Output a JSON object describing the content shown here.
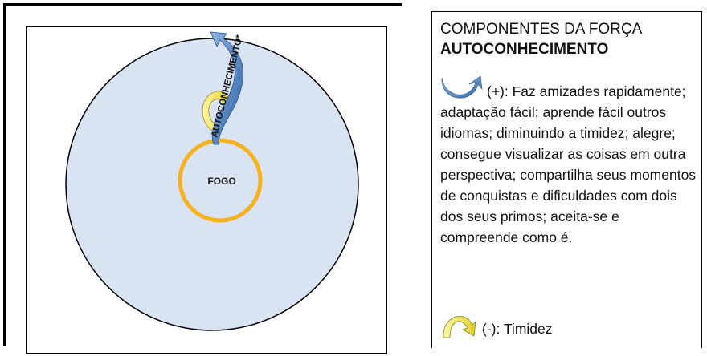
{
  "diagram": {
    "center_label": "FOGO",
    "arrow_label": "AUTOCONHECIMENTO*",
    "colors": {
      "outer_circle_fill": "#dae3f3",
      "outer_circle_stroke": "#000000",
      "inner_ring": "#f5b120",
      "arrow_blue": "#3f79b5",
      "arrow_yellow": "#f2e14a"
    }
  },
  "legend": {
    "title": "COMPONENTES DA FORÇA",
    "title_bold": "AUTOCONHECIMENTO",
    "positive_icon": "blue-u-arrow-icon",
    "positive_text": "(+): Faz amizades rapidamente; adaptação fácil; aprende fácil outros idiomas; diminuindo a timidez; alegre; consegue visualizar as coisas em outra perspectiva; compartilha seus momentos de conquistas e dificuldades com dois dos seus primos; aceita-se e compreende como é.",
    "negative_icon": "yellow-arch-arrow-icon",
    "negative_text": "(-): Timidez"
  }
}
